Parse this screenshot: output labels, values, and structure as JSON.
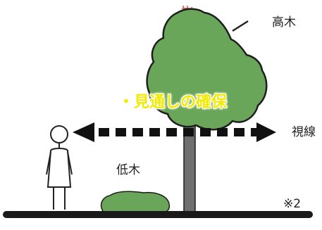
{
  "labels": {
    "tall_tree": "高木",
    "sightline": "視線",
    "low_tree": "低木",
    "footnote": "※2",
    "headline": "・見通しの確保"
  },
  "colors": {
    "foliage": "#6aa65a",
    "foliage_outline": "#1e1e1e",
    "trunk": "#6f6f6f",
    "ground": "#1a1a1a",
    "arrow": "#111111",
    "headline": "#f2ea00",
    "person_outline": "#222222"
  },
  "icons": {
    "person": "person-figure-icon",
    "arrow": "double-headed-dashed-arrow-icon"
  }
}
